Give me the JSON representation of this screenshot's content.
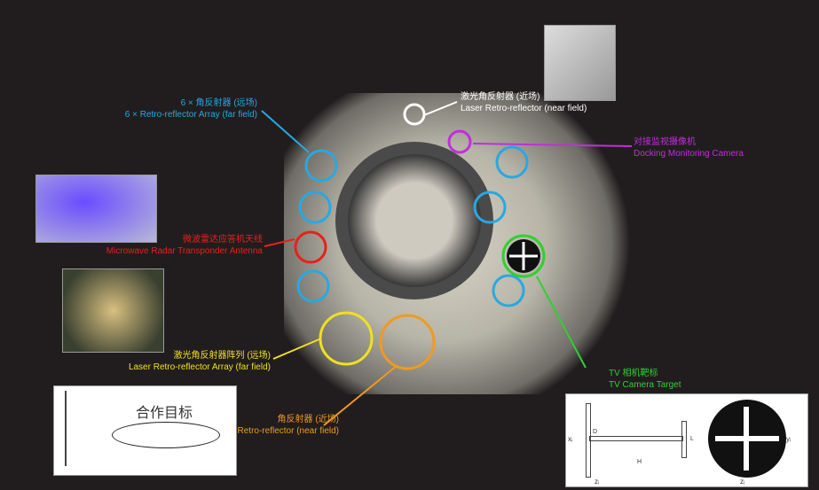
{
  "labels": {
    "far_array": {
      "zh": "6 × 角反射器 (远场)",
      "en": "6 × Retro-reflector Array (far field)",
      "color": "#29a8e0"
    },
    "laser_near": {
      "zh": "激光角反射器 (近场)",
      "en": "Laser Retro-reflector (near field)",
      "color": "#ffffff"
    },
    "docking_camera": {
      "zh": "对接监视摄像机",
      "en": "Docking Monitoring Camera",
      "color": "#c030d8"
    },
    "radar": {
      "zh": "微波雷达应答机天线",
      "en": "Microwave Radar Transponder Antenna",
      "color": "#e8201c"
    },
    "laser_array": {
      "zh": "激光角反射器阵列 (远场)",
      "en": "Laser Retro-reflector Array (far field)",
      "color": "#f0e020"
    },
    "near_reflector": {
      "zh": "角反射器 (近场)",
      "en": "Retro-reflector (near field)",
      "color": "#f09a20"
    },
    "tv_target": {
      "zh": "TV 相机靶标",
      "en": "TV Camera Target",
      "color": "#30d030"
    }
  },
  "diagram_left": {
    "title": "合作目标"
  },
  "diagram_right": {
    "d": "D",
    "h": "H",
    "l": "L",
    "x": "xᵢ",
    "y": "yᵢ",
    "z1": "zᵢ",
    "z2": "zᵢ"
  }
}
